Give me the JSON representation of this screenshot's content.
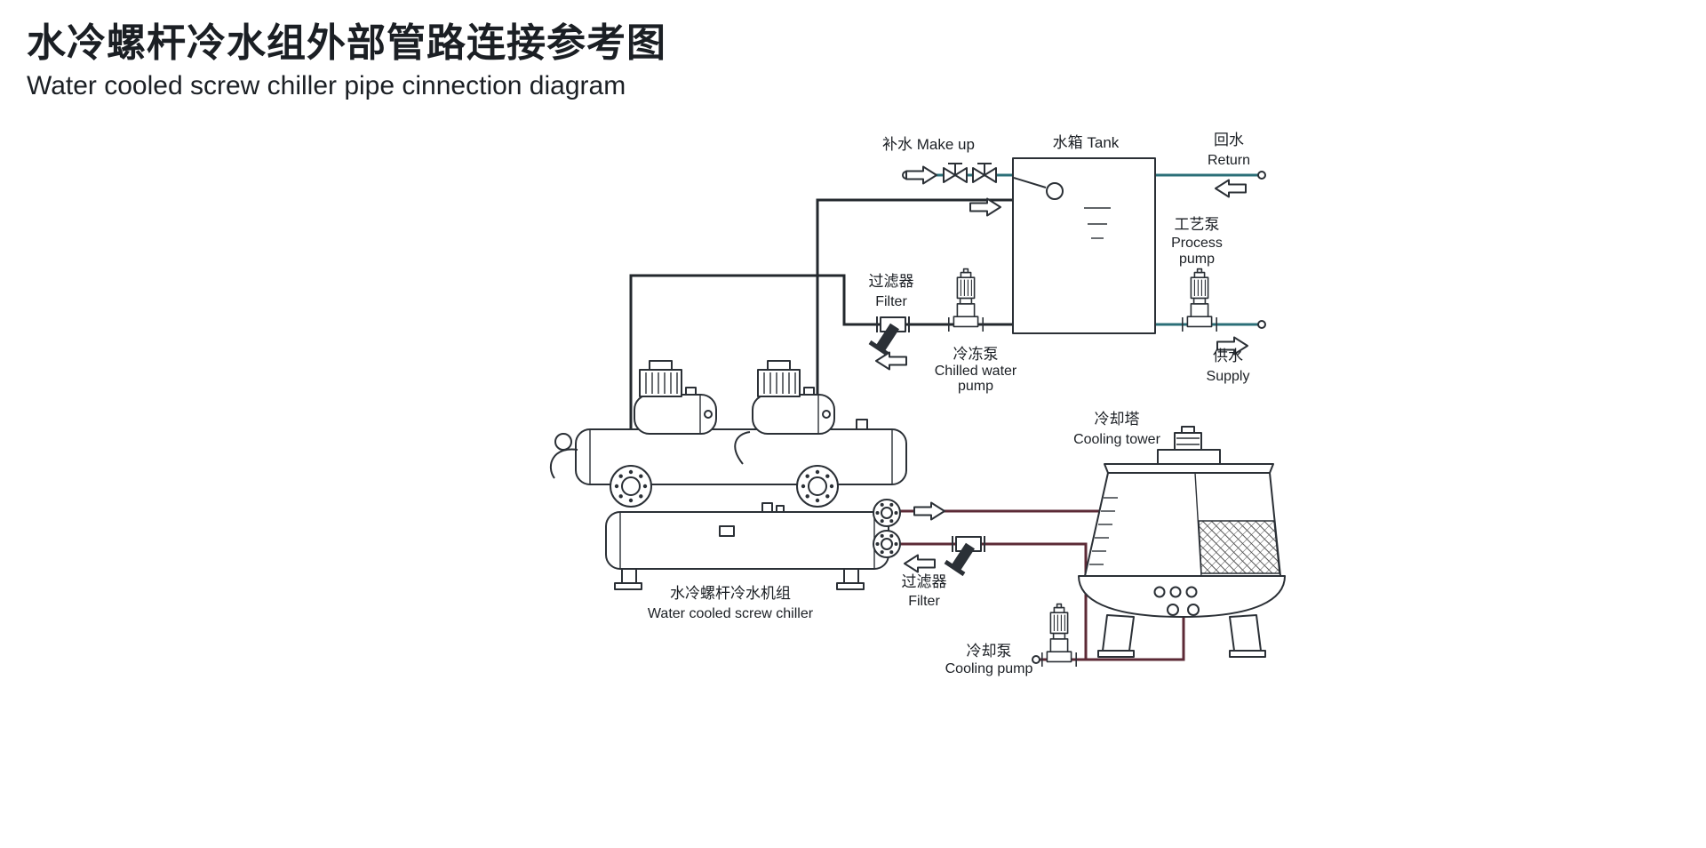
{
  "title": {
    "zh": "水冷螺杆冷水组外部管路连接参考图",
    "en": "Water cooled screw chiller pipe cinnection diagram"
  },
  "labels": {
    "make_up": "补水 Make up",
    "tank": "水箱 Tank",
    "return_zh": "回水",
    "return_en": "Return",
    "process_pump_zh": "工艺泵",
    "process_pump_en1": "Process",
    "process_pump_en2": "pump",
    "supply_zh": "供水",
    "supply_en": "Supply",
    "filter_chilled_zh": "过滤器",
    "filter_chilled_en": "Filter",
    "chilled_pump_zh": "冷冻泵",
    "chilled_pump_en1": "Chilled water",
    "chilled_pump_en2": "pump",
    "chiller_zh": "水冷螺杆冷水机组",
    "chiller_en": "Water cooled screw chiller",
    "cooling_tower_zh": "冷却塔",
    "cooling_tower_en": "Cooling tower",
    "filter_cooling_zh": "过滤器",
    "filter_cooling_en": "Filter",
    "cooling_pump_zh": "冷却泵",
    "cooling_pump_en": "Cooling pump"
  },
  "colors": {
    "text": "#1b1f24",
    "line": "#2b3036",
    "pipeTank": "#2b6f78",
    "pipeChilled": "#23282d",
    "pipeCondenser": "#5c2a36"
  }
}
